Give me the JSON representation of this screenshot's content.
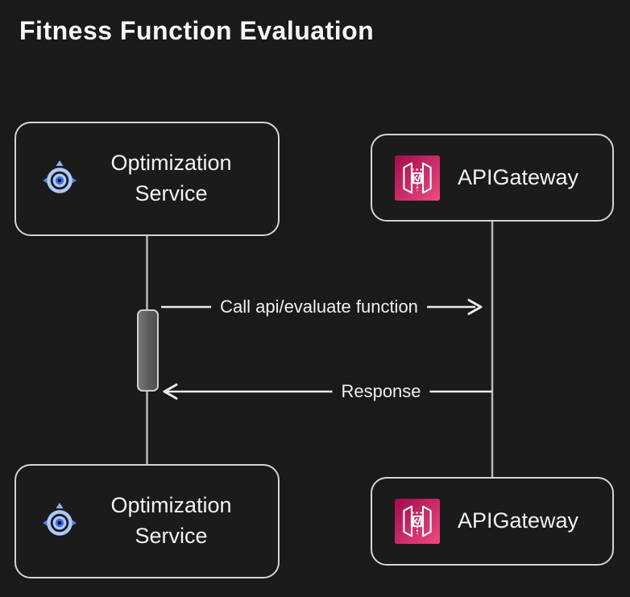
{
  "title": "Fitness Function Evaluation",
  "diagram": {
    "type": "sequence",
    "participants": [
      {
        "id": "optimization-service",
        "label": "Optimization Service",
        "icon": "target-crosshair-icon",
        "accent": "#4d7ff0"
      },
      {
        "id": "api-gateway",
        "label": "APIGateway",
        "icon": "aws-api-gateway-icon",
        "accent": "#e0407a"
      }
    ],
    "messages": [
      {
        "from": "Optimization Service",
        "to": "APIGateway",
        "label": "Call api/evaluate function",
        "direction": "right"
      },
      {
        "from": "APIGateway",
        "to": "Optimization Service",
        "label": "Response",
        "direction": "left"
      }
    ],
    "colors": {
      "background": "#1a1a1a",
      "participant_border": "#d4d4d4",
      "lifeline": "#b8b8b8",
      "message_line": "#ececec",
      "text": "#f2f2f2",
      "activation_fill": "#5d5d5d",
      "activation_border": "#cfcfcf",
      "gateway_gradient_start": "#a30b4d",
      "gateway_gradient_end": "#ee4b80",
      "target_icon_blue": "#4d7ff0",
      "target_icon_light_blue": "#aec8fa"
    }
  }
}
